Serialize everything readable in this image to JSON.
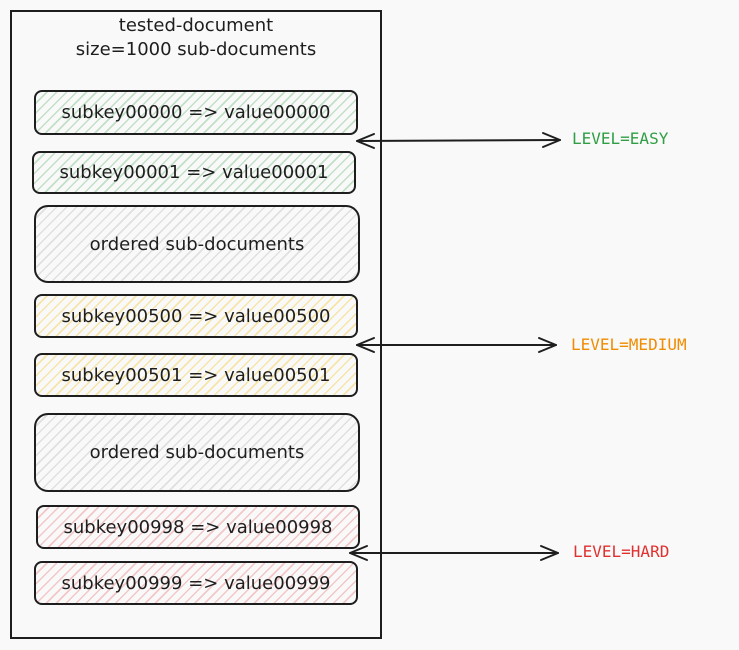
{
  "document": {
    "title_line1": "tested-document",
    "title_line2": "size=1000 sub-documents"
  },
  "entries": [
    {
      "text": "subkey00000 => value00000",
      "group": "easy"
    },
    {
      "text": "subkey00001 => value00001",
      "group": "easy"
    },
    {
      "text": "ordered sub-documents",
      "group": "ordered"
    },
    {
      "text": "subkey00500 => value00500",
      "group": "medium"
    },
    {
      "text": "subkey00501 => value00501",
      "group": "medium"
    },
    {
      "text": "ordered sub-documents",
      "group": "ordered"
    },
    {
      "text": "subkey00998 => value00998",
      "group": "hard"
    },
    {
      "text": "subkey00999 => value00999",
      "group": "hard"
    }
  ],
  "levels": {
    "easy": {
      "label": "LEVEL=EASY",
      "color": "#2f9e44"
    },
    "medium": {
      "label": "LEVEL=MEDIUM",
      "color": "#f08c00"
    },
    "hard": {
      "label": "LEVEL=HARD",
      "color": "#e03131"
    }
  }
}
